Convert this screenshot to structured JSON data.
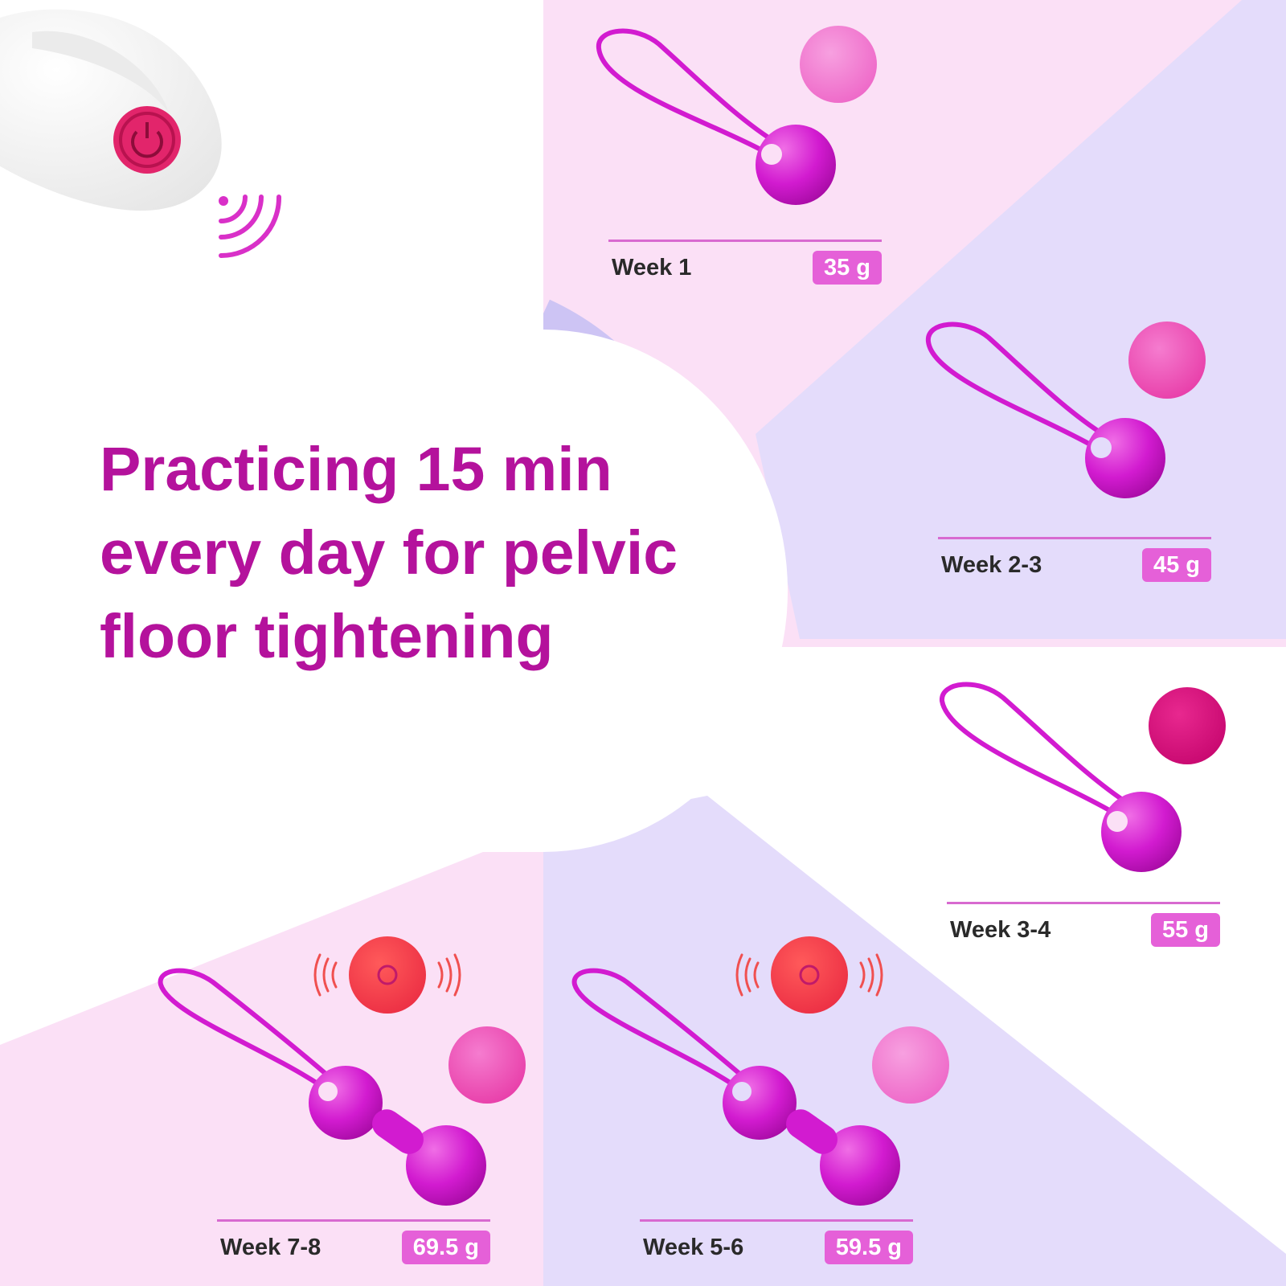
{
  "headline": {
    "lines": [
      "Practicing 15 min",
      "every day for pelvic",
      "floor tightening"
    ]
  },
  "stages": [
    {
      "id": "week-1",
      "week": "Week 1",
      "weight": "35 g"
    },
    {
      "id": "week-2-3",
      "week": "Week 2-3",
      "weight": "45 g"
    },
    {
      "id": "week-3-4",
      "week": "Week 3-4",
      "weight": "55 g"
    },
    {
      "id": "week-5-6",
      "week": "Week 5-6",
      "weight": "59.5 g"
    },
    {
      "id": "week-7-8",
      "week": "Week 7-8",
      "weight": "69.5 g"
    }
  ],
  "icons": {
    "remote": "remote-control-icon",
    "power": "power-icon",
    "wireless": "wireless-signal-icon",
    "vibration": "vibration-waves-icon",
    "cycle_arrow": "cycle-arrow-icon"
  },
  "colors": {
    "headline": "#b4129c",
    "product_magenta": "#d21bd0",
    "badge": "#e560d8",
    "panel_pink": "#fbe0f6",
    "panel_lavender": "#e4dcfb",
    "arrow": "#cdc4f4"
  }
}
